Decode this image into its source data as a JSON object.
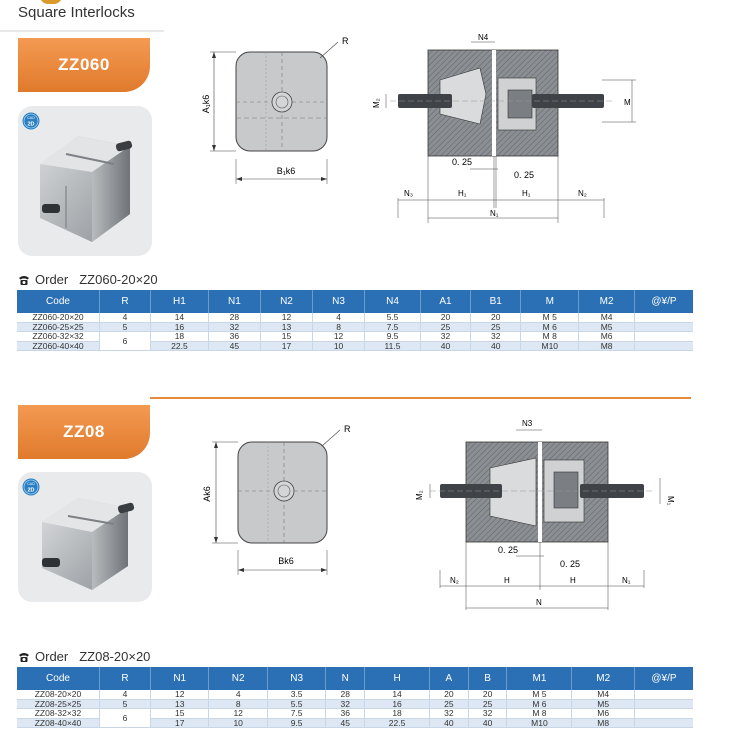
{
  "header": {
    "title": "Square Interlocks"
  },
  "sections": [
    {
      "tab": "ZZ060",
      "cad_badge": {
        "top": "CAD",
        "bottom": "2D"
      },
      "order": {
        "label": "Order",
        "example": "ZZ060-20×20"
      },
      "front_labels": {
        "r": "R",
        "height": "A₁k6",
        "width": "B₁k6"
      },
      "side_labels": {
        "n4": "N4",
        "m2": "M₂",
        "m": "M",
        "gap1": "0. 25",
        "gap2": "0. 25",
        "n3": "N₃",
        "h1a": "H₁",
        "h1b": "H₁",
        "n2": "N₂",
        "n1": "N₁"
      },
      "table": {
        "headers": [
          "Code",
          "R",
          "H1",
          "N1",
          "N2",
          "N3",
          "N4",
          "A1",
          "B1",
          "M",
          "M2",
          "@¥/P"
        ],
        "rows": [
          [
            "ZZ060-20×20",
            "4",
            "14",
            "28",
            "12",
            "4",
            "5.5",
            "20",
            "20",
            "M 5",
            "M4",
            ""
          ],
          [
            "ZZ060-25×25",
            "5",
            "16",
            "32",
            "13",
            "8",
            "7.5",
            "25",
            "25",
            "M 6",
            "M5",
            ""
          ],
          [
            "ZZ060-32×32",
            "6",
            "18",
            "36",
            "15",
            "12",
            "9.5",
            "32",
            "32",
            "M 8",
            "M6",
            ""
          ],
          [
            "ZZ060-40×40",
            "",
            "22.5",
            "45",
            "17",
            "10",
            "11.5",
            "40",
            "40",
            "M10",
            "M8",
            ""
          ]
        ]
      }
    },
    {
      "tab": "ZZ08",
      "cad_badge": {
        "top": "CAD",
        "bottom": "2D"
      },
      "order": {
        "label": "Order",
        "example": "ZZ08-20×20"
      },
      "front_labels": {
        "r": "R",
        "height": "Ak6",
        "width": "Bk6"
      },
      "side_labels": {
        "n3": "N3",
        "m2": "M₂",
        "m1": "M₁",
        "gap1": "0. 25",
        "gap2": "0. 25",
        "n2": "N₂",
        "ha": "H",
        "hb": "H",
        "n1": "N₁",
        "n": "N"
      },
      "table": {
        "headers": [
          "Code",
          "R",
          "N1",
          "N2",
          "N3",
          "N",
          "H",
          "A",
          "B",
          "M1",
          "M2",
          "@¥/P"
        ],
        "rows": [
          [
            "ZZ08-20×20",
            "4",
            "12",
            "4",
            "3.5",
            "28",
            "14",
            "20",
            "20",
            "M 5",
            "M4",
            ""
          ],
          [
            "ZZ08-25×25",
            "5",
            "13",
            "8",
            "5.5",
            "32",
            "16",
            "25",
            "25",
            "M 6",
            "M5",
            ""
          ],
          [
            "ZZ08-32×32",
            "6",
            "15",
            "12",
            "7.5",
            "36",
            "18",
            "32",
            "32",
            "M 8",
            "M6",
            ""
          ],
          [
            "ZZ08-40×40",
            "",
            "17",
            "10",
            "9.5",
            "45",
            "22.5",
            "40",
            "40",
            "M10",
            "M8",
            ""
          ]
        ]
      }
    }
  ]
}
